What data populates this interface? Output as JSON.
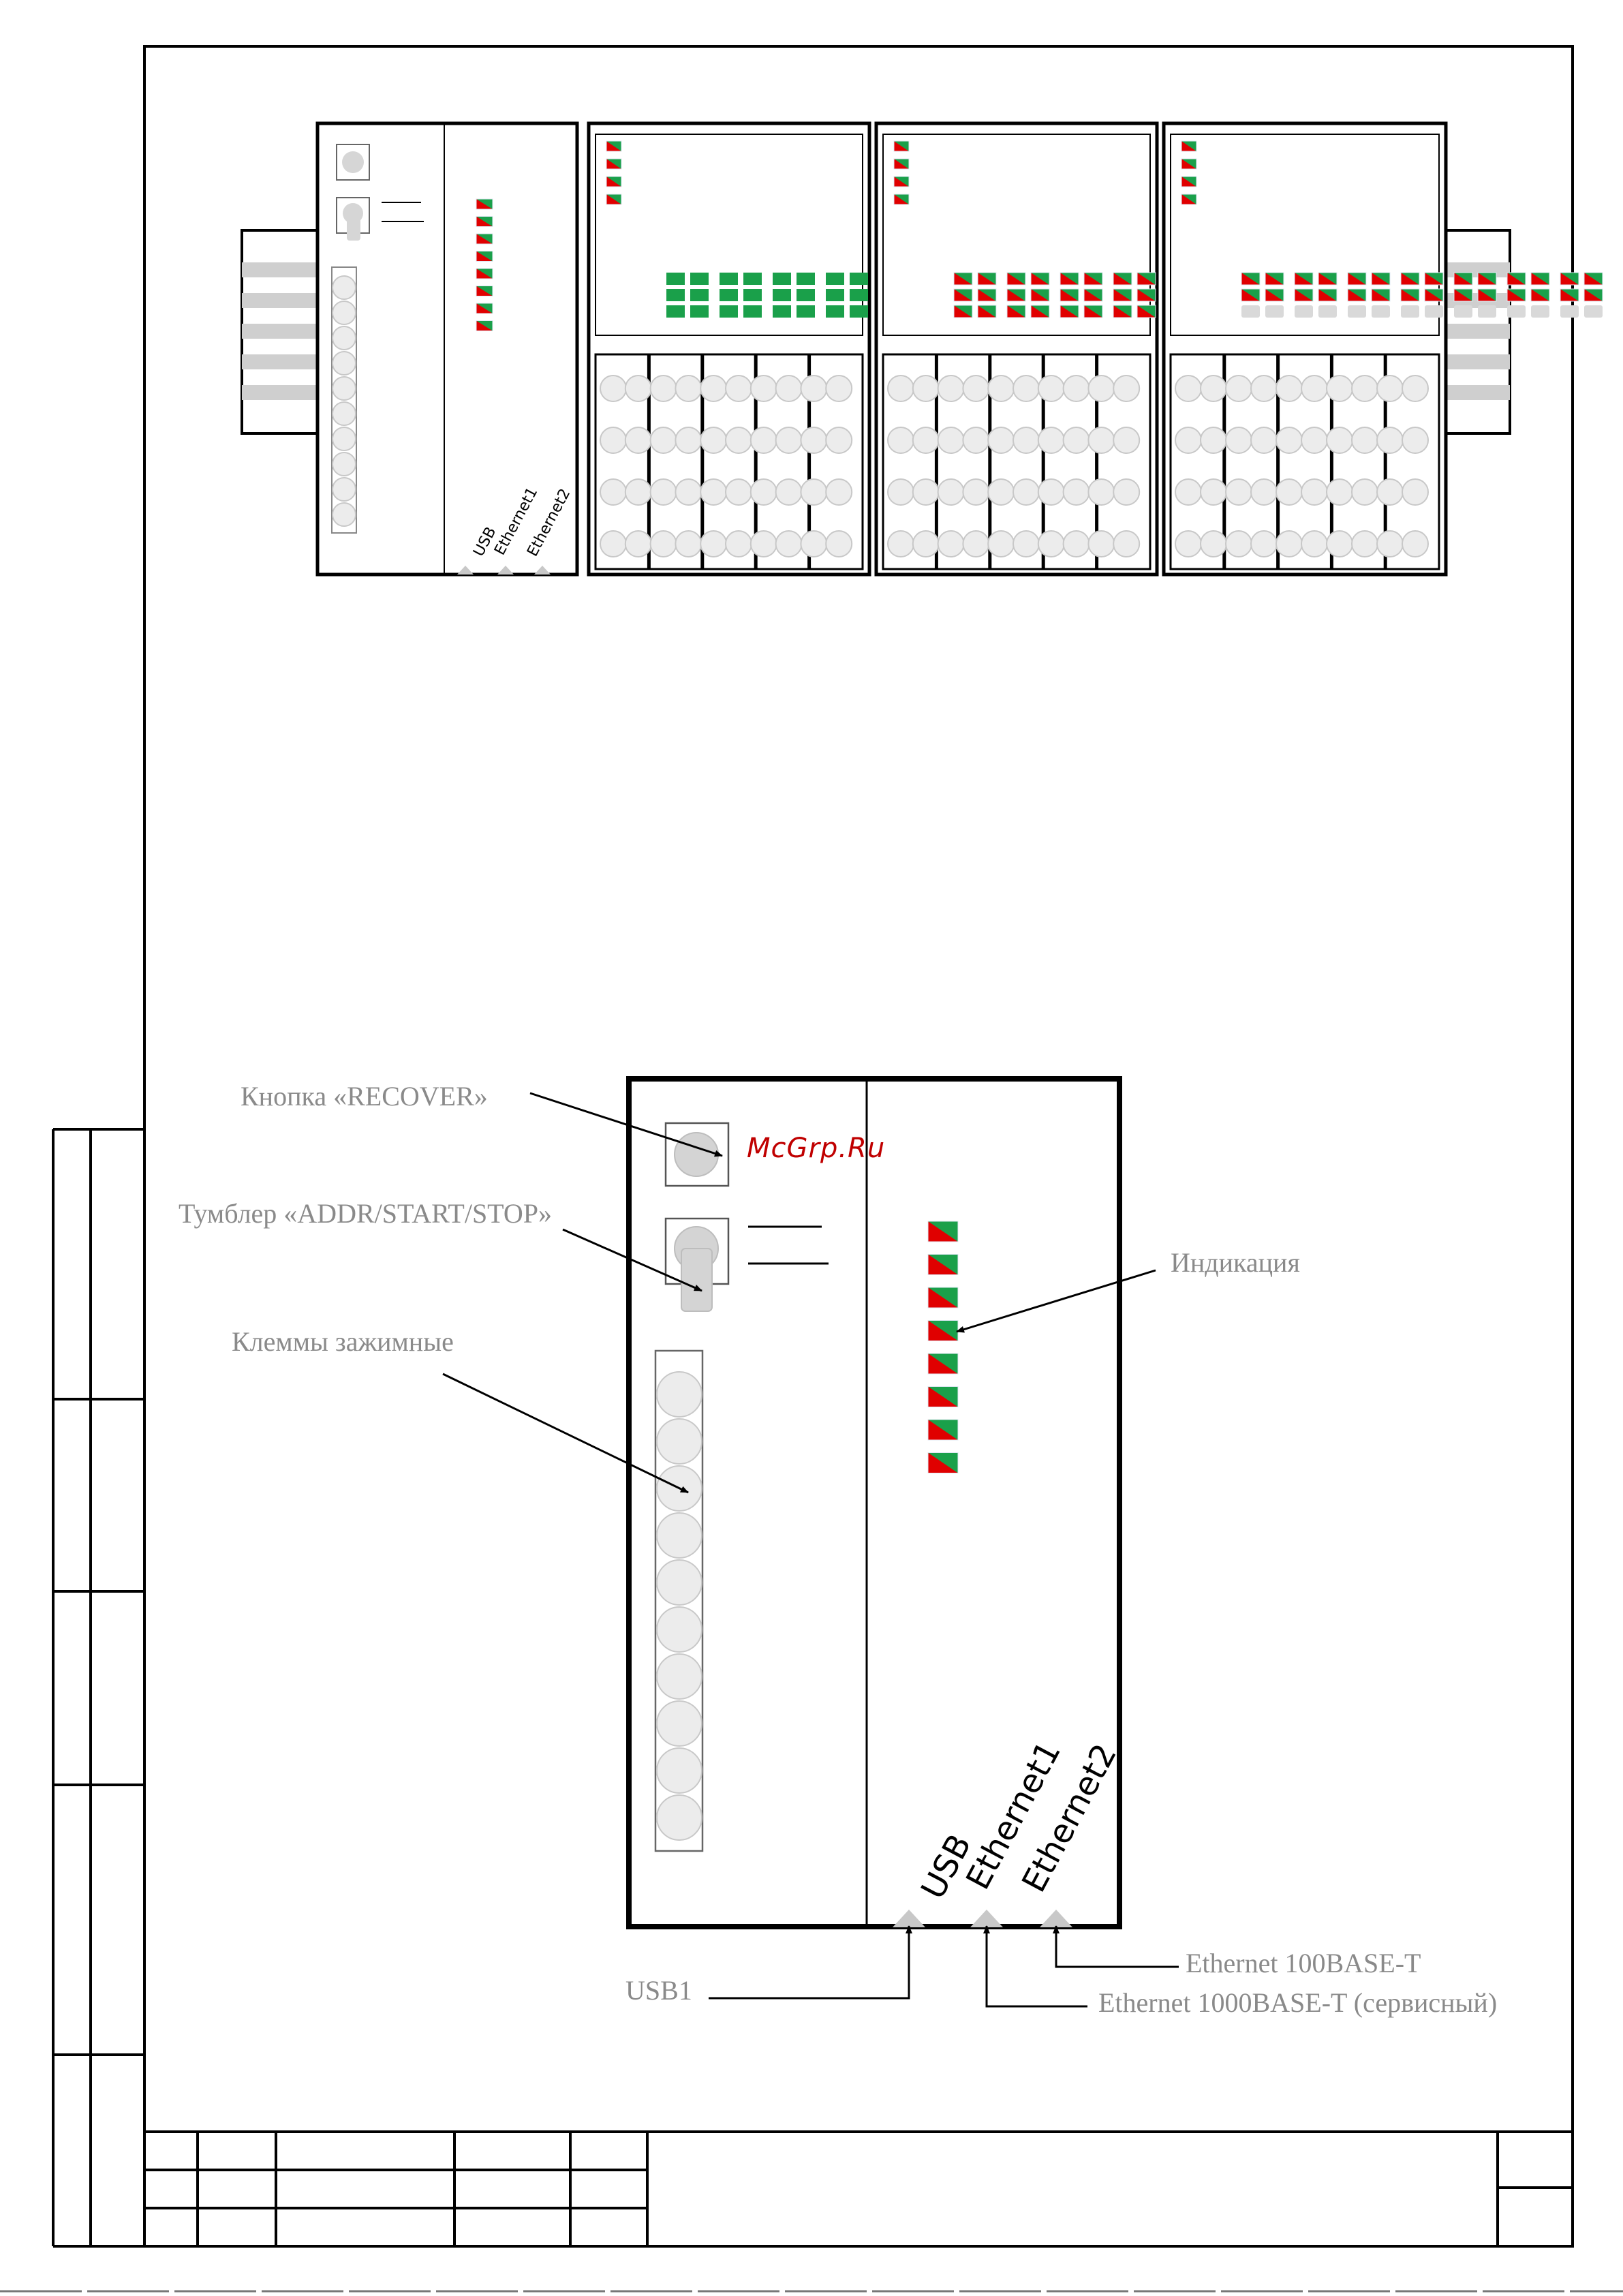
{
  "labels": {
    "recover": "Кнопка «RECOVER»",
    "toggle": "Тумблер «ADDR/START/STOP»",
    "terminals": "Клеммы зажимные",
    "indication": "Индикация",
    "usb1": "USB1",
    "eth100": "Ethernet 100BASE-T",
    "eth1000": "Ethernet 1000BASE-T (сервисный)"
  },
  "ports": {
    "usb": "USB",
    "eth1": "Ethernet1",
    "eth2": "Ethernet2"
  },
  "watermark": "McGrp.Ru",
  "colors": {
    "line": "#000000",
    "led_red": "#e00000",
    "led_green": "#1aa04a",
    "terminal_fill": "#ececec",
    "terminal_stroke": "#c8c8c8",
    "label_gray": "#8a8a8a",
    "rail_gray": "#cfcfcf"
  },
  "leds": {
    "cpu_count": 8,
    "io_status_count": 4
  },
  "io_modules": [
    {
      "name": "module-1",
      "indicator_style": "green"
    },
    {
      "name": "module-2",
      "indicator_style": "red-green"
    },
    {
      "name": "module-3",
      "indicator_style": "red-green-partial"
    }
  ]
}
